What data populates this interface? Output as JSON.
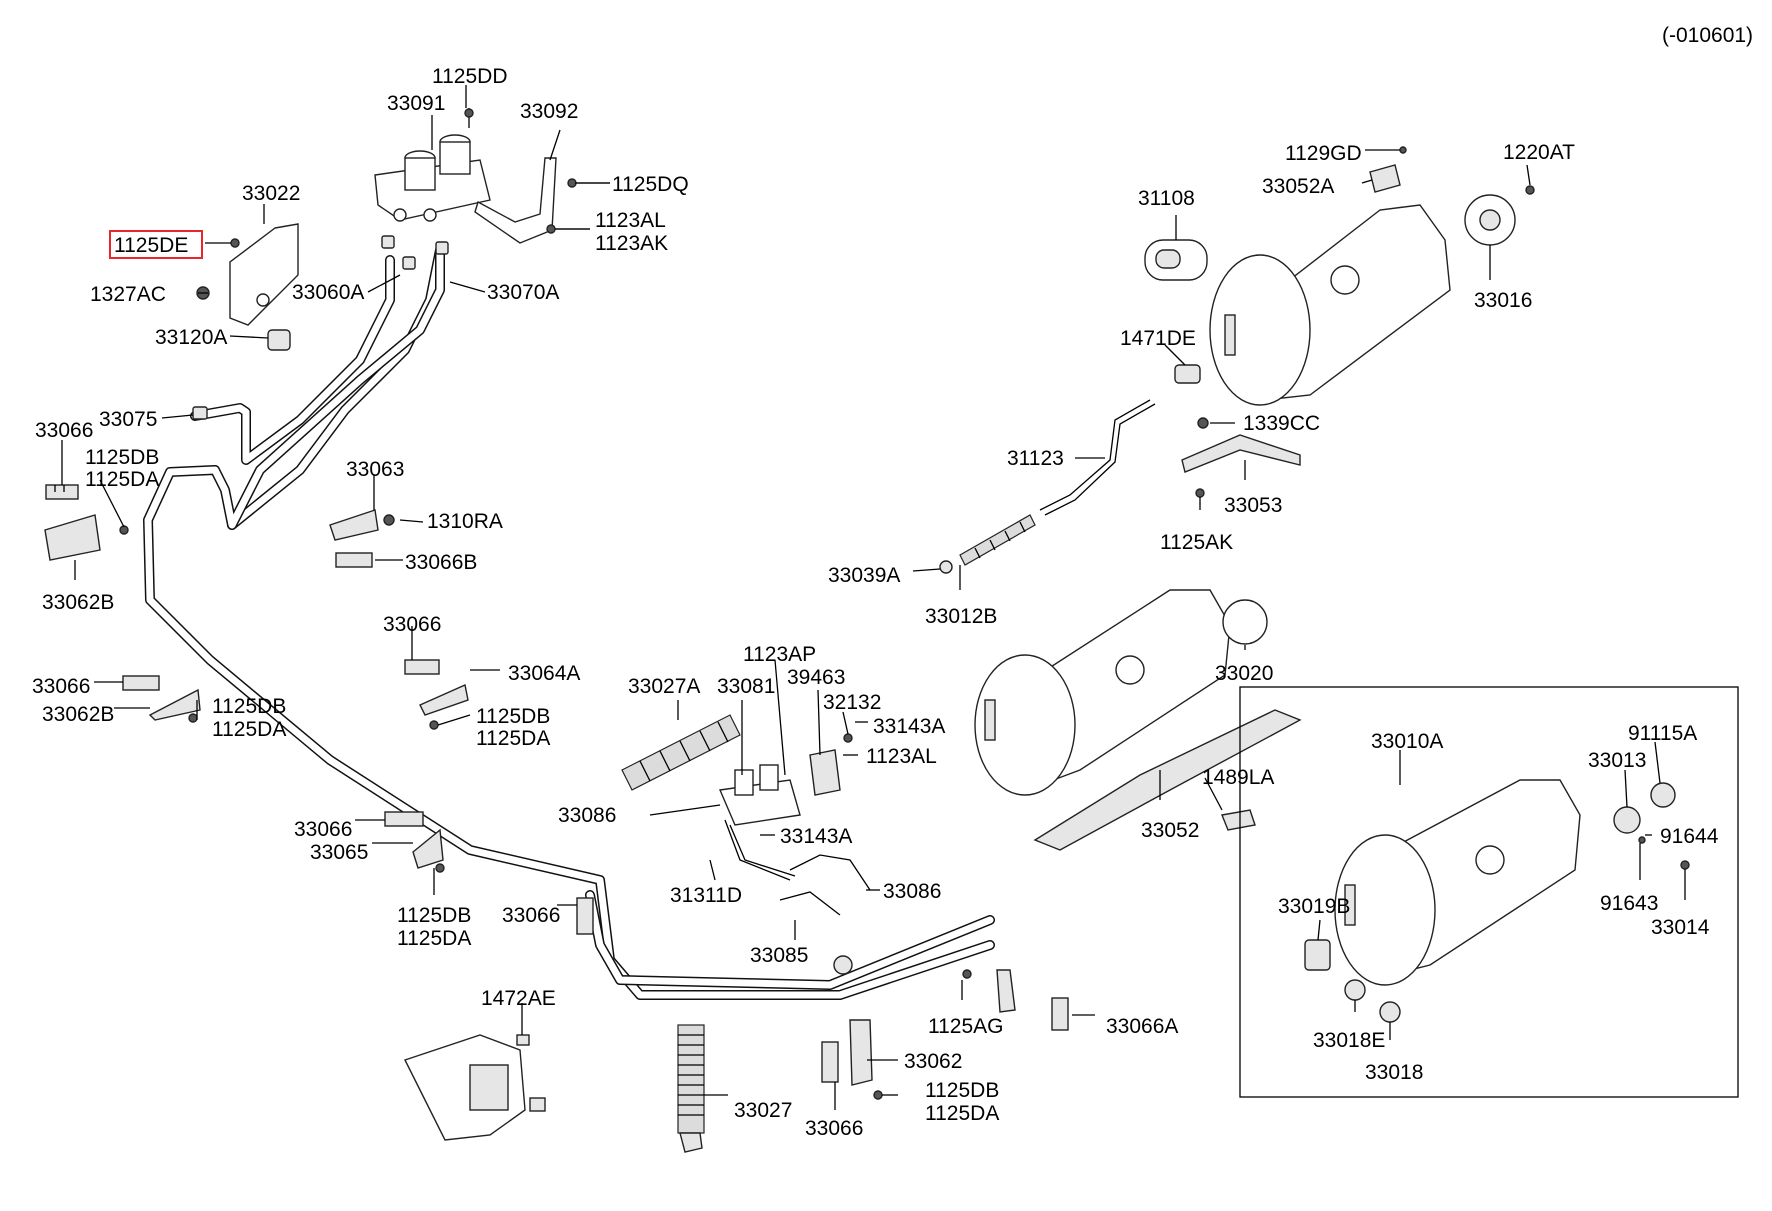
{
  "revision": "(-010601)",
  "highlight_color": "#e8262b",
  "labels": {
    "p1125DD": "1125DD",
    "p33091": "33091",
    "p33092": "33092",
    "p1125DQ": "1125DQ",
    "p1123AL_top": "1123AL",
    "p1123AK": "1123AK",
    "p33022": "33022",
    "p1125DE": "1125DE",
    "p1327AC": "1327AC",
    "p33060A": "33060A",
    "p33070A": "33070A",
    "p33120A": "33120A",
    "p33075": "33075",
    "p33066_a": "33066",
    "p1125DB_a": "1125DB",
    "p1125DA_a": "1125DA",
    "p33062B_a": "33062B",
    "p33063": "33063",
    "p1310RA": "1310RA",
    "p33066B": "33066B",
    "p33066_b": "33066",
    "p33064A": "33064A",
    "p33066_c": "33066",
    "p33062B_b": "33062B",
    "p1125DB_b": "1125DB",
    "p1125DA_b": "1125DA",
    "p1125DB_c": "1125DB",
    "p1125DA_c": "1125DA",
    "p33066_d": "33066",
    "p33065": "33065",
    "p1125DB_d": "1125DB",
    "p1125DA_d": "1125DA",
    "p33066_e": "33066",
    "p1472AE": "1472AE",
    "p33027": "33027",
    "p33066_f": "33066",
    "p33062": "33062",
    "p1125DB_e": "1125DB",
    "p1125DA_e": "1125DA",
    "p1125AG": "1125AG",
    "p33066A": "33066A",
    "p33027A": "33027A",
    "p33081": "33081",
    "p1123AP": "1123AP",
    "p39463": "39463",
    "p32132": "32132",
    "p33143A_a": "33143A",
    "p1123AL_mid": "1123AL",
    "p33086_a": "33086",
    "p33143A_b": "33143A",
    "p31311D": "31311D",
    "p33086_b": "33086",
    "p33085": "33085",
    "p1129GD": "1129GD",
    "p33052A": "33052A",
    "p1220AT": "1220AT",
    "p31108": "31108",
    "p33016": "33016",
    "p1471DE": "1471DE",
    "p1339CC": "1339CC",
    "p31123": "31123",
    "p33053": "33053",
    "p1125AK": "1125AK",
    "p33039A": "33039A",
    "p33012B": "33012B",
    "p33020": "33020",
    "p1489LA": "1489LA",
    "p33052": "33052",
    "p33010A": "33010A",
    "p91115A": "91115A",
    "p33013": "33013",
    "p91644": "91644",
    "p91643": "91643",
    "p33014": "33014",
    "p33019B": "33019B",
    "p33018E": "33018E",
    "p33018": "33018"
  }
}
